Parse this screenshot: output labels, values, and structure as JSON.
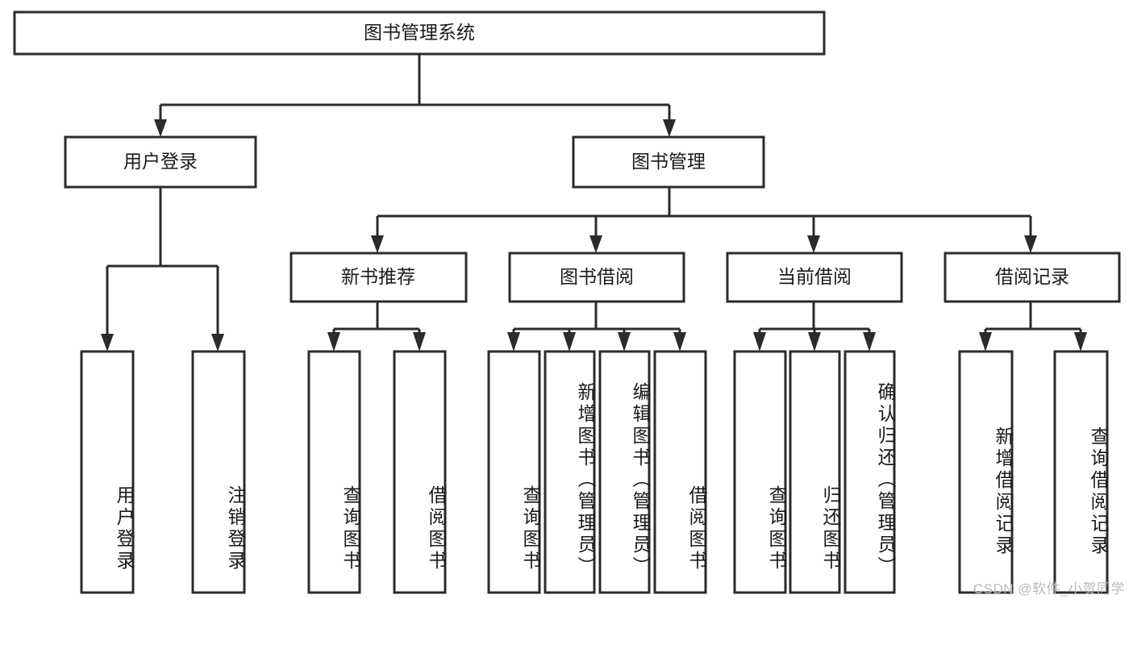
{
  "diagram": {
    "type": "tree-hierarchy-chart",
    "title": "图书管理系统",
    "colors": {
      "stroke": "#2b2b2b",
      "fill": "#ffffff",
      "text": "#1a1a1a",
      "watermark": "#b9b9b9",
      "background": "#ffffff"
    },
    "levels": {
      "root": {
        "label": "图书管理系统"
      },
      "level2": [
        {
          "id": "user-login",
          "label": "用户登录"
        },
        {
          "id": "book-management",
          "label": "图书管理"
        }
      ],
      "level3": [
        {
          "id": "new-book-recommend",
          "label": "新书推荐",
          "parent": "book-management"
        },
        {
          "id": "book-borrow",
          "label": "图书借阅",
          "parent": "book-management"
        },
        {
          "id": "current-borrow",
          "label": "当前借阅",
          "parent": "book-management"
        },
        {
          "id": "borrow-record",
          "label": "借阅记录",
          "parent": "book-management"
        }
      ],
      "leaves": [
        {
          "id": "leaf-user-login",
          "label": "用户登录",
          "parent": "user-login"
        },
        {
          "id": "leaf-logout-login",
          "label": "注销登录",
          "parent": "user-login"
        },
        {
          "id": "leaf-query-book-1",
          "label": "查询图书",
          "parent": "new-book-recommend"
        },
        {
          "id": "leaf-borrow-book-1",
          "label": "借阅图书",
          "parent": "new-book-recommend"
        },
        {
          "id": "leaf-query-book-2",
          "label": "查询图书",
          "parent": "book-borrow"
        },
        {
          "id": "leaf-add-book",
          "label": "新增图书（管理员）",
          "parent": "book-borrow"
        },
        {
          "id": "leaf-edit-book",
          "label": "编辑图书（管理员）",
          "parent": "book-borrow"
        },
        {
          "id": "leaf-borrow-book-2",
          "label": "借阅图书",
          "parent": "book-borrow"
        },
        {
          "id": "leaf-query-book-3",
          "label": "查询图书",
          "parent": "current-borrow"
        },
        {
          "id": "leaf-return-book",
          "label": "归还图书",
          "parent": "current-borrow"
        },
        {
          "id": "leaf-confirm-return",
          "label": "确认归还（管理员）",
          "parent": "current-borrow"
        },
        {
          "id": "leaf-add-record",
          "label": "新增借阅记录",
          "parent": "borrow-record"
        },
        {
          "id": "leaf-query-record",
          "label": "查询借阅记录",
          "parent": "borrow-record"
        }
      ]
    },
    "watermark": "CSDN @软件_小贺同学"
  }
}
